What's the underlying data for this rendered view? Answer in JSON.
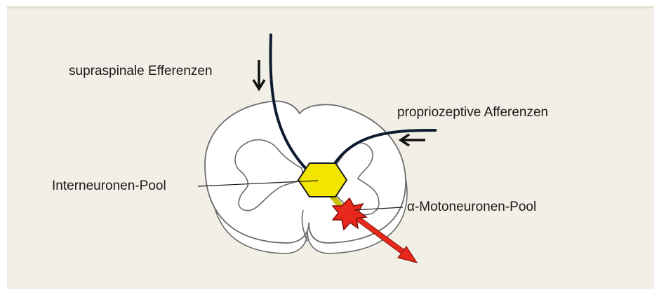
{
  "labels": {
    "supraspinal": "supraspinale Efferenzen",
    "proprio": "propriozeptive Afferenzen",
    "interneuron": "Interneuronen-Pool",
    "motoneuron": "α-Motoneuronen-Pool"
  },
  "colors": {
    "background": "#f2efe7",
    "cord_outline": "#6b6b6b",
    "cord_fill": "#ffffff",
    "fiber": "#0d1b2e",
    "interneuron": "#f2e600",
    "motoneuron": "#e8281d",
    "efferent_arrow": "#e8281d"
  }
}
